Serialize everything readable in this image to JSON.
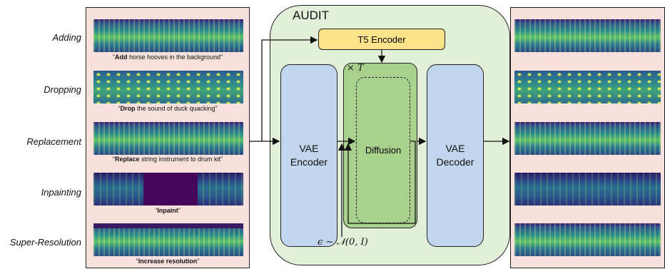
{
  "tasks": [
    {
      "label": "Adding",
      "caption_bold": "Add",
      "caption_rest": " horse hooves in the background"
    },
    {
      "label": "Dropping",
      "caption_bold": "Drop",
      "caption_rest": " the sound of duck quacking"
    },
    {
      "label": "Replacement",
      "caption_bold": "Replace",
      "caption_rest": " string instrument to drum kit"
    },
    {
      "label": "Inpainting",
      "caption_bold": "Inpaint",
      "caption_rest": ""
    },
    {
      "label": "Super-Resolution",
      "caption_bold": "Increase resolution",
      "caption_rest": ""
    }
  ],
  "model": {
    "title": "AUDIT",
    "text_encoder": "T5 Encoder",
    "vae_encoder_line1": "VAE",
    "vae_encoder_line2": "Encoder",
    "diffusion": "Diffusion",
    "vae_decoder_line1": "VAE",
    "vae_decoder_line2": "Decoder",
    "repeat_label": "× T",
    "noise_label": "ϵ ∼ 𝒩(0, I)"
  },
  "colors": {
    "panel_bg": "#f8e1dc",
    "audit_bg": "#e2efd9",
    "t5_fill": "#ffe38a",
    "vae_fill": "#c1d6ec",
    "diffusion_fill": "#a9d18e"
  }
}
